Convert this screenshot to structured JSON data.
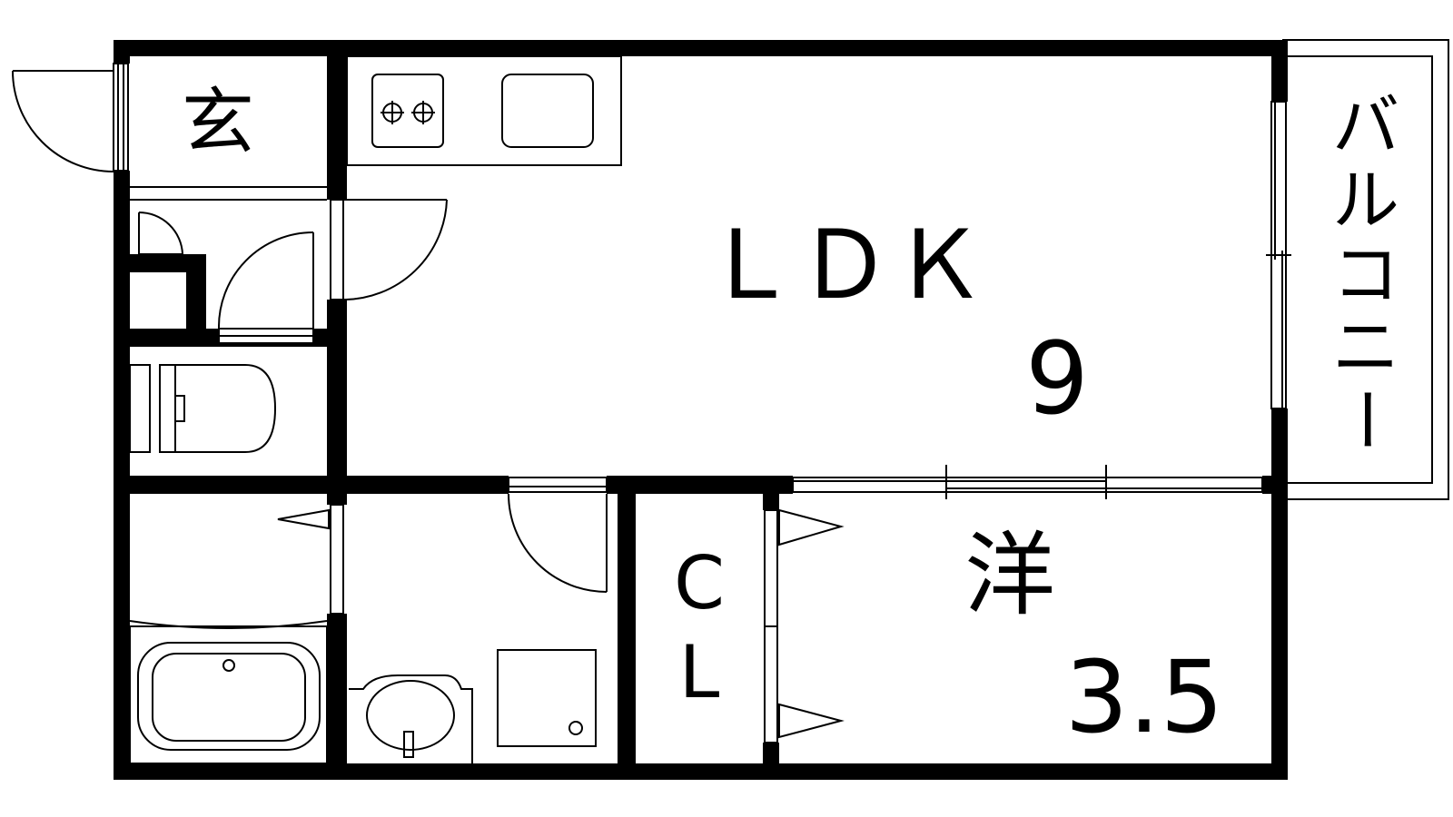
{
  "floorplan": {
    "rooms": {
      "entrance": {
        "label": "玄"
      },
      "ldk": {
        "label": "ＬＤＫ",
        "size": "9"
      },
      "western_room": {
        "label": "洋",
        "size": "3.5"
      },
      "closet": {
        "label_top": "C",
        "label_bottom": "L"
      },
      "balcony": {
        "label_chars": [
          "バ",
          "ル",
          "コ",
          "ニ",
          "ー"
        ]
      }
    },
    "colors": {
      "wall": "#000000",
      "background": "#ffffff"
    }
  }
}
